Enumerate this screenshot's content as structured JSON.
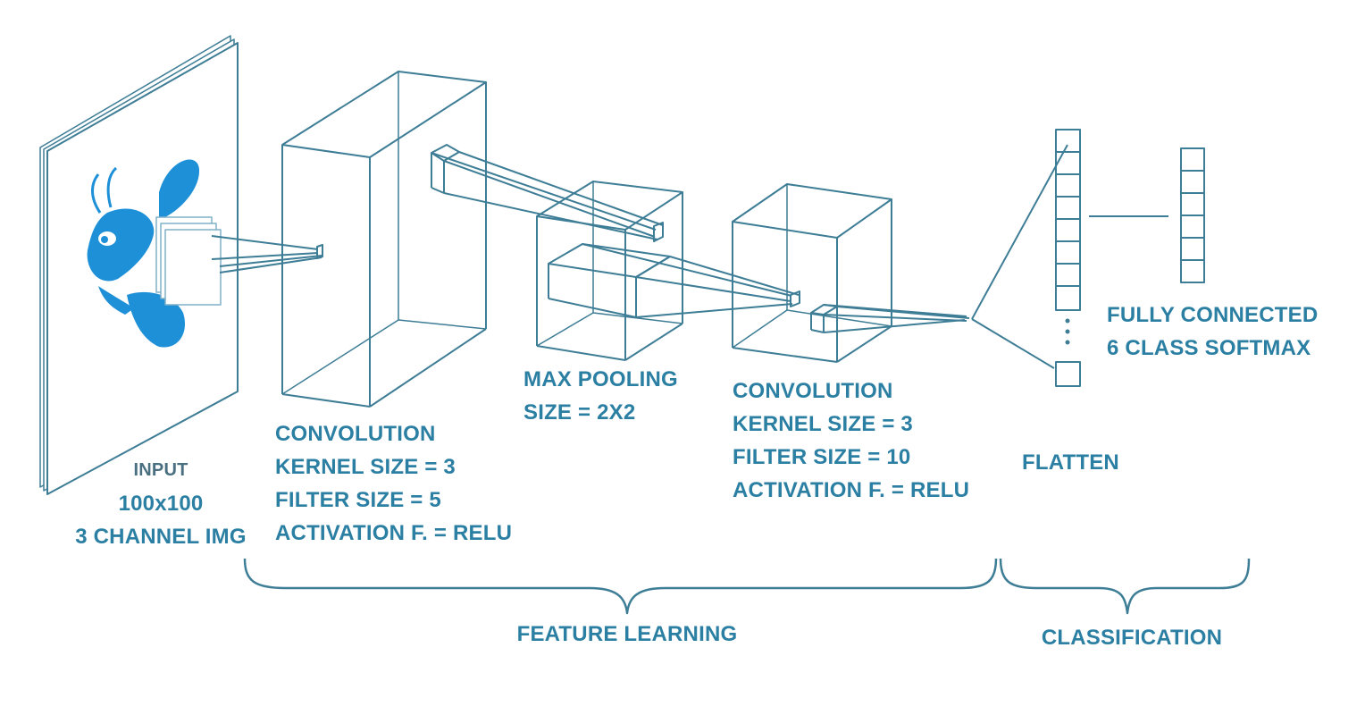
{
  "colors": {
    "line": "#3e7d96",
    "text": "#2b7fa3",
    "bee": "#1e90d8"
  },
  "input": {
    "title": "INPUT",
    "line1": "100x100",
    "line2": "3 CHANNEL IMG"
  },
  "conv1": {
    "title": "CONVOLUTION",
    "kernel": "KERNEL SIZE = 3",
    "filter": "FILTER SIZE = 5",
    "activation": "ACTIVATION F. = RELU"
  },
  "pool": {
    "title": "MAX POOLING",
    "size": "SIZE = 2X2"
  },
  "conv2": {
    "title": "CONVOLUTION",
    "kernel": "KERNEL SIZE = 3",
    "filter": "FILTER SIZE = 10",
    "activation": "ACTIVATION F. = RELU"
  },
  "flatten": {
    "title": "FLATTEN"
  },
  "fc": {
    "line1": "FULLY CONNECTED",
    "line2": "6 CLASS SOFTMAX"
  },
  "groups": {
    "feature_learning": "FEATURE LEARNING",
    "classification": "CLASSIFICATION"
  }
}
